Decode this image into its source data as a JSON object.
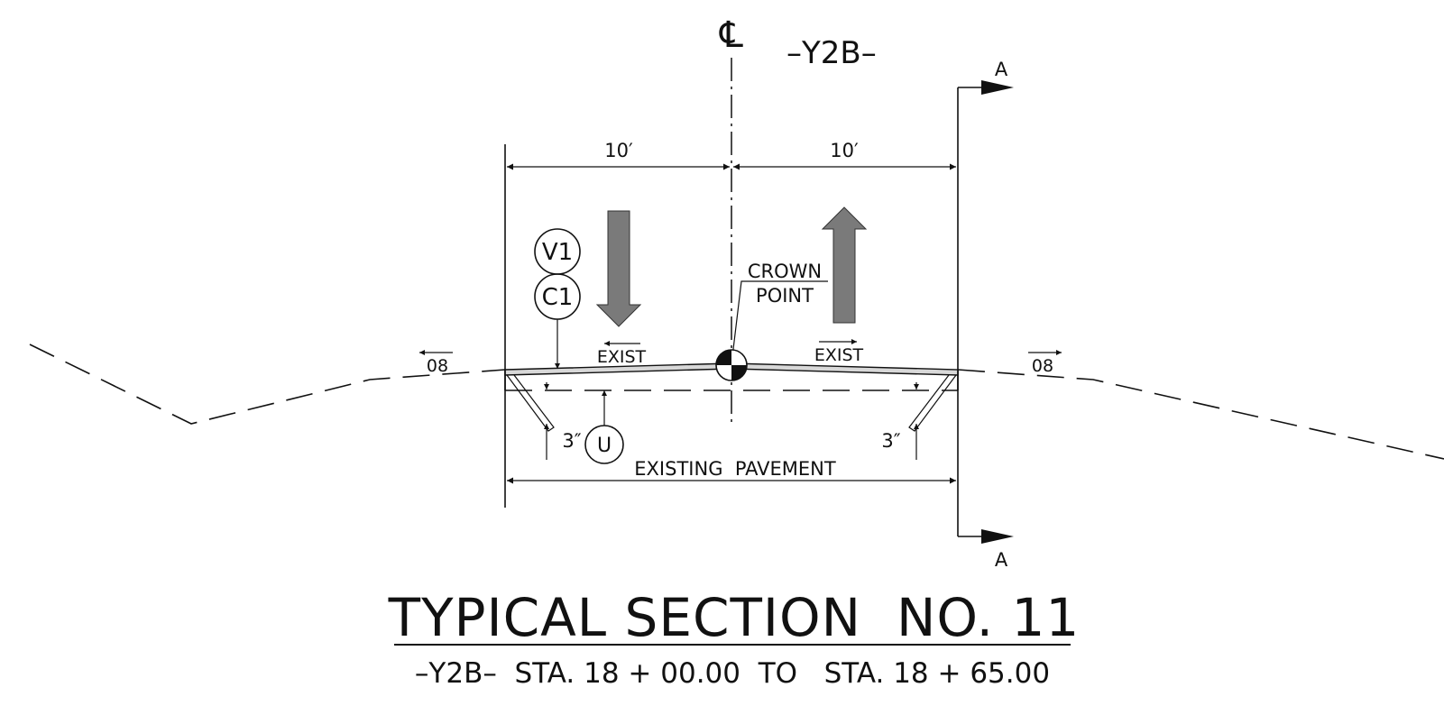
{
  "drawing": {
    "centerline_symbol": "℄",
    "alignment": "–Y2B–",
    "section_cut_label": "A",
    "dimension_left": "10′",
    "dimension_right": "10′",
    "callout_v1": "V1",
    "callout_c1": "C1",
    "callout_u": "U",
    "crown_point_line1": "CROWN",
    "crown_point_line2": "POINT",
    "exist_left": "EXIST",
    "exist_right": "EXIST",
    "slope_left": "08",
    "slope_right": "08",
    "depth_left": "3″",
    "depth_right": "3″",
    "existing_pavement": "EXISTING  PAVEMENT",
    "title": "TYPICAL SECTION  NO. 11",
    "subtitle": "–Y2B–  STA. 18 + 00.00  TO   STA. 18 + 65.00",
    "arrow_color": "#7a7a7a"
  }
}
